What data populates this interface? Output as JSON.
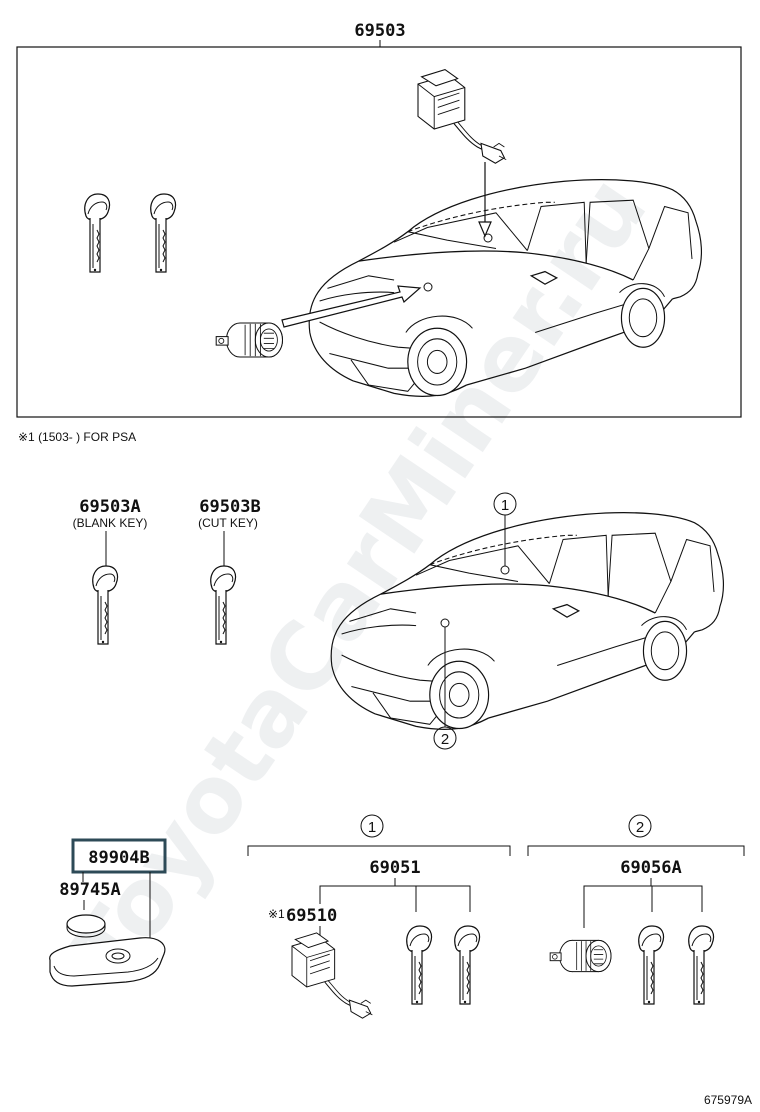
{
  "top_group": {
    "part_number": "69503",
    "note": "※1 (1503-      ) FOR PSA"
  },
  "keys": {
    "blank": {
      "part_number": "69503A",
      "description": "(BLANK KEY)"
    },
    "cut": {
      "part_number": "69503B",
      "description": "(CUT KEY)"
    }
  },
  "car_callouts": {
    "one": "1",
    "two": "2"
  },
  "remote": {
    "transmitter": "89904B",
    "battery": "89745A"
  },
  "group_one": {
    "marker": "1",
    "set": "69051",
    "cylinder_note": "※1",
    "cylinder": "69510"
  },
  "group_two": {
    "marker": "2",
    "set": "69056A"
  },
  "diagram_code": "675979A",
  "watermark": "ToyotaCarMiner.ru"
}
